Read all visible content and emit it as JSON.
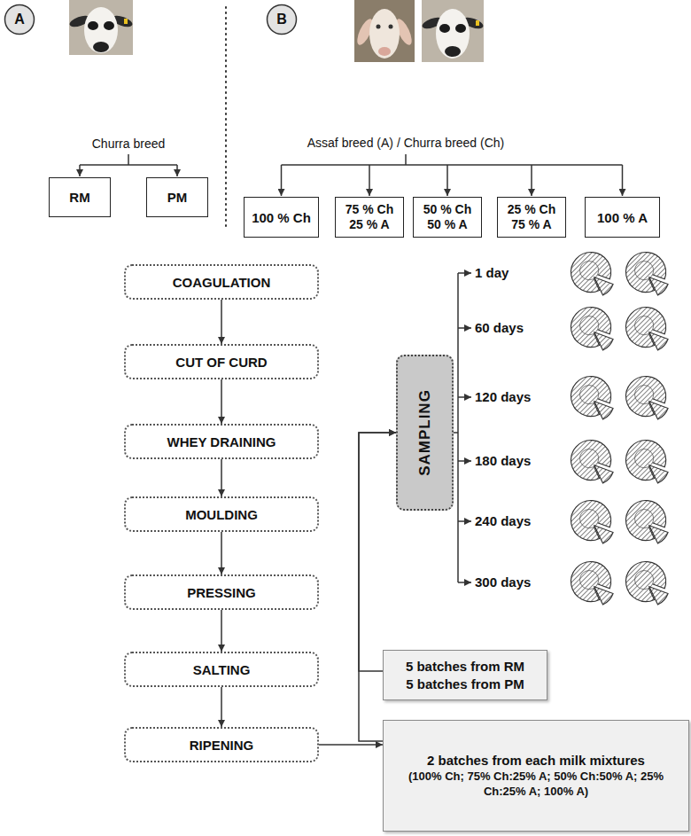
{
  "diagram": {
    "nodes": [
      {
        "text": [
          "A"
        ]
      },
      {
        "text": [
          "B"
        ]
      },
      {
        "text": [
          "RM"
        ]
      },
      {
        "text": [
          "PM"
        ]
      },
      {
        "text": [
          "100 % Ch"
        ]
      },
      {
        "text": [
          "75 % Ch",
          "25 % A"
        ]
      },
      {
        "text": [
          "50 % Ch",
          "50 % A"
        ]
      },
      {
        "text": [
          "25 % Ch",
          "75 % A"
        ]
      },
      {
        "text": [
          "100 % A"
        ]
      },
      {
        "text": [
          "COAGULATION"
        ]
      },
      {
        "text": [
          "CUT OF CURD"
        ]
      },
      {
        "text": [
          "WHEY DRAINING"
        ]
      },
      {
        "text": [
          "MOULDING"
        ]
      },
      {
        "text": [
          "PRESSING"
        ]
      },
      {
        "text": [
          "SALTING"
        ]
      },
      {
        "text": [
          "RIPENING"
        ]
      },
      {
        "text": [
          "SAMPLING"
        ]
      },
      {
        "text": [
          "5 batches from RM",
          "5 batches from PM"
        ]
      },
      {
        "text": [
          "2 batches from each milk mixtures",
          "(100% Ch; 75% Ch:25% A; 50% Ch:50% A; 25% Ch:25% A; 100% A)"
        ]
      }
    ],
    "edges": [
      {
        "from": 9,
        "to": 10,
        "arrow": "to"
      },
      {
        "from": 10,
        "to": 11,
        "arrow": "to"
      },
      {
        "from": 11,
        "to": 12,
        "arrow": "to"
      },
      {
        "from": 12,
        "to": 13,
        "arrow": "to"
      },
      {
        "from": 13,
        "to": 14,
        "arrow": "to"
      },
      {
        "from": 14,
        "to": 15,
        "arrow": "to"
      },
      {
        "from": 15,
        "to": 18,
        "arrow": "to"
      },
      {
        "from": 17,
        "to": 16,
        "arrow": "to"
      },
      {
        "from": 18,
        "to": 16,
        "arrow": "to"
      }
    ],
    "labels": [
      "Churra breed",
      "Assaf breed (A) / Churra breed (Ch)",
      "1 day",
      "60 days",
      "120 days",
      "180 days",
      "240 days",
      "300 days"
    ]
  }
}
